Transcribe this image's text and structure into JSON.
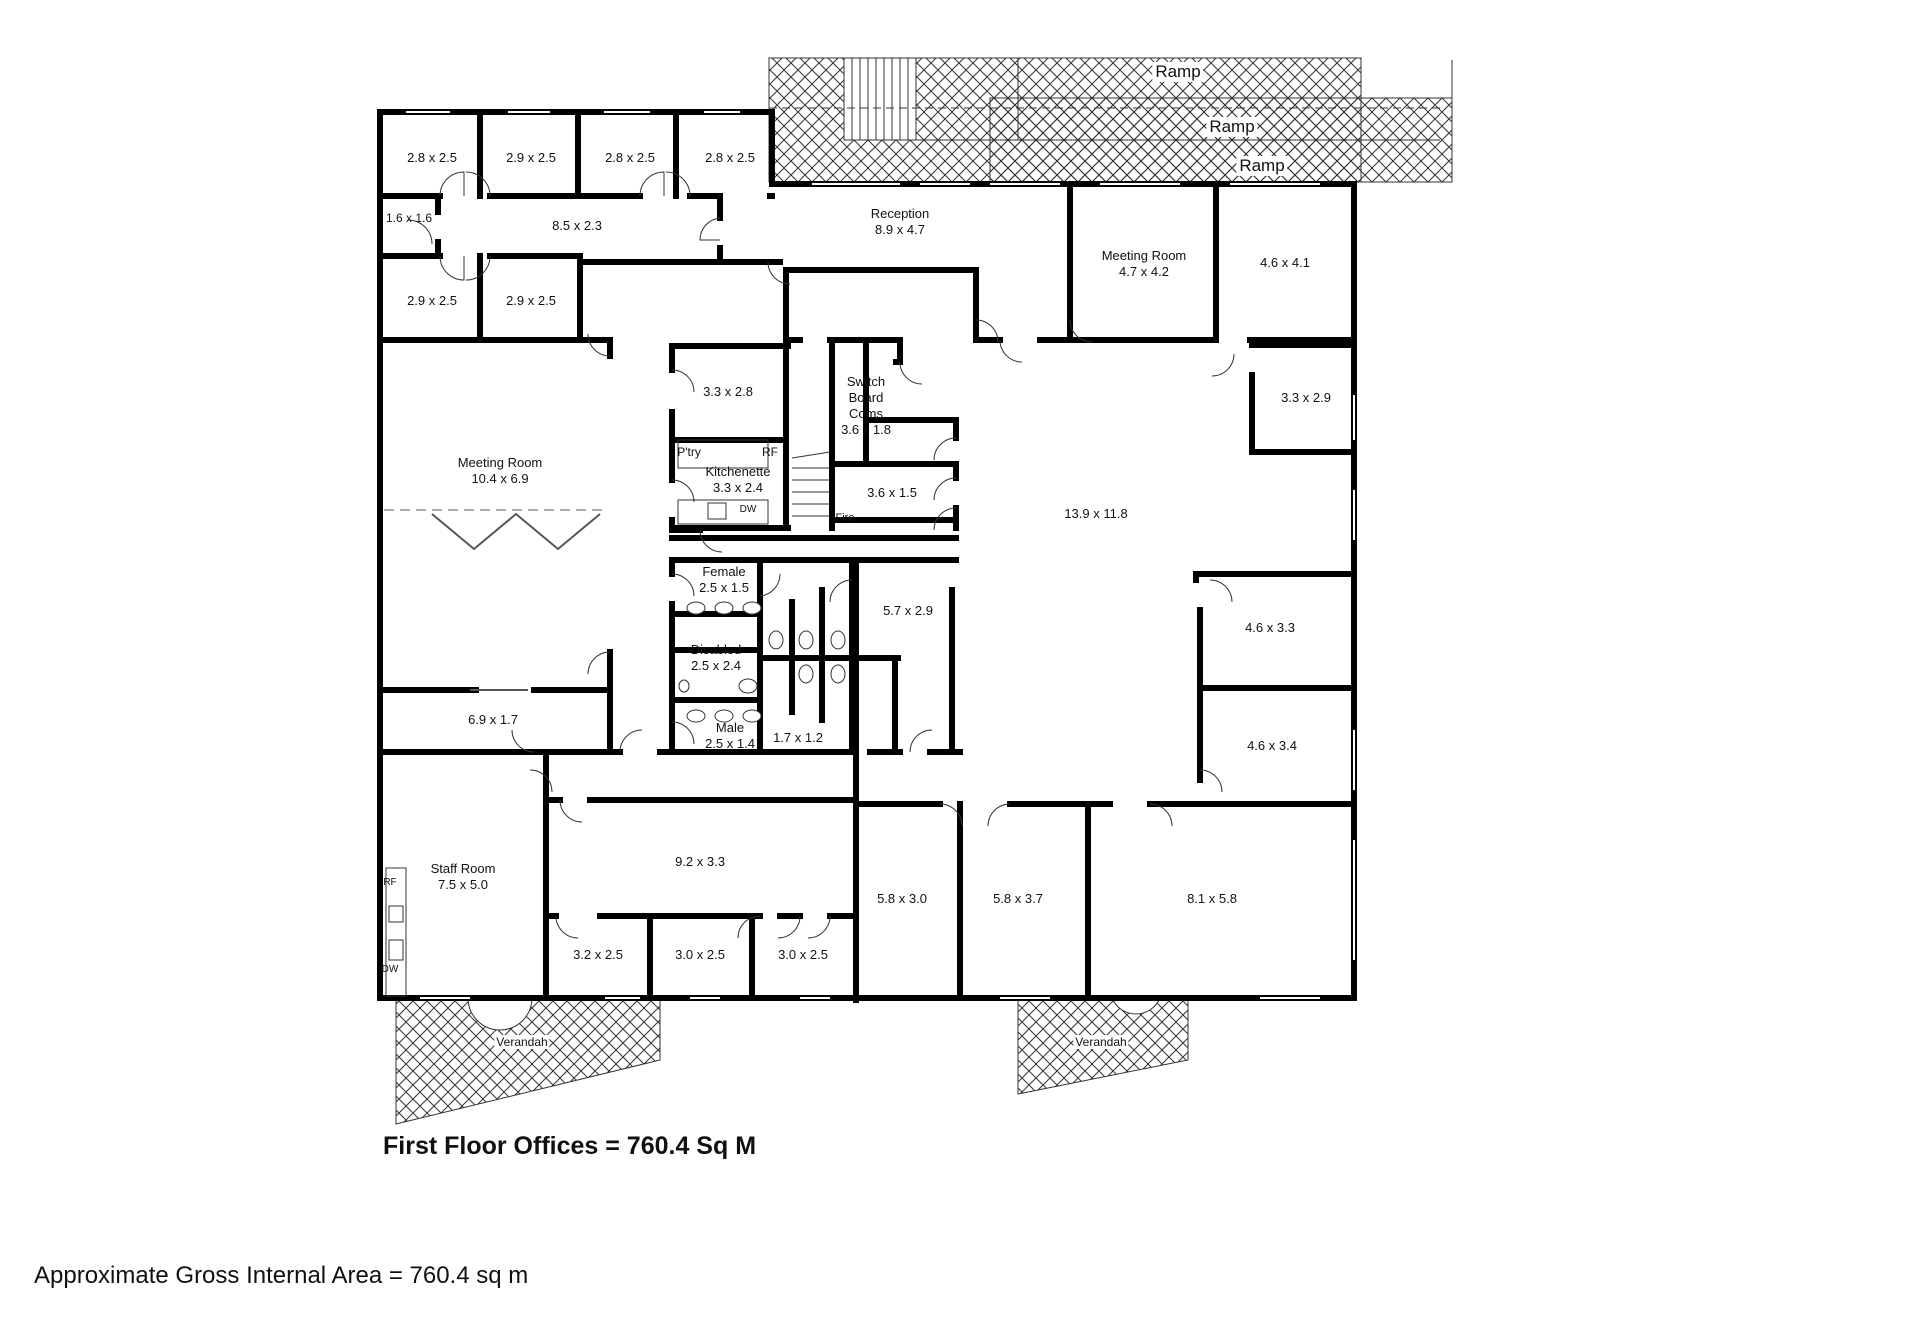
{
  "plan": {
    "floor_title": "First Floor Offices = 760.4 Sq M",
    "gross_area": "Approximate Gross Internal Area = 760.4 sq m",
    "external": {
      "ramps": [
        "Ramp",
        "Ramp",
        "Ramp"
      ],
      "verandahs": [
        "Verandah",
        "Verandah"
      ]
    },
    "rooms": [
      {
        "id": "office-tl1",
        "name": "",
        "size": "2.8 x 2.5"
      },
      {
        "id": "office-tl2",
        "name": "",
        "size": "2.9 x 2.5"
      },
      {
        "id": "office-tl3",
        "name": "",
        "size": "2.8 x 2.5"
      },
      {
        "id": "office-tl4",
        "name": "",
        "size": "2.8 x 2.5"
      },
      {
        "id": "store-small",
        "name": "",
        "size": "1.6 x 1.6"
      },
      {
        "id": "corridor-top",
        "name": "",
        "size": "8.5 x 2.3"
      },
      {
        "id": "office-tl5",
        "name": "",
        "size": "2.9 x 2.5"
      },
      {
        "id": "office-tl6",
        "name": "",
        "size": "2.9 x 2.5"
      },
      {
        "id": "reception",
        "name": "Reception",
        "size": "8.9 x 4.7"
      },
      {
        "id": "meeting-room-small",
        "name": "Meeting Room",
        "size": "4.7 x 4.2"
      },
      {
        "id": "office-tr1",
        "name": "",
        "size": "4.6 x 4.1"
      },
      {
        "id": "office-tr2",
        "name": "",
        "size": "3.3 x 2.9"
      },
      {
        "id": "meeting-room-large",
        "name": "Meeting Room",
        "size": "10.4 x 6.9"
      },
      {
        "id": "store-17",
        "name": "",
        "size": "6.9 x 1.7"
      },
      {
        "id": "office-33x28",
        "name": "",
        "size": "3.3 x 2.8"
      },
      {
        "id": "kitchenette",
        "name": "Kitchenette",
        "size": "3.3 x 2.4"
      },
      {
        "id": "switch-board",
        "name": "Switch Board Coms",
        "size": "3.6 x 1.8"
      },
      {
        "id": "store-36x15",
        "name": "",
        "size": "3.6 x 1.5"
      },
      {
        "id": "open-office",
        "name": "",
        "size": "13.9 x 11.8"
      },
      {
        "id": "female-wc",
        "name": "Female",
        "size": "2.5 x 1.5"
      },
      {
        "id": "disabled-wc",
        "name": "Disabled",
        "size": "2.5 x 2.4"
      },
      {
        "id": "male-wc",
        "name": "Male",
        "size": "2.5 x 1.4"
      },
      {
        "id": "cleaner",
        "name": "",
        "size": "1.7 x 1.2"
      },
      {
        "id": "office-57x29",
        "name": "",
        "size": "5.7 x 2.9"
      },
      {
        "id": "office-r1",
        "name": "",
        "size": "4.6 x 3.3"
      },
      {
        "id": "office-r2",
        "name": "",
        "size": "4.6 x 3.4"
      },
      {
        "id": "staff-room",
        "name": "Staff Room",
        "size": "7.5 x 5.0"
      },
      {
        "id": "office-92x33",
        "name": "",
        "size": "9.2 x 3.3"
      },
      {
        "id": "office-b1",
        "name": "",
        "size": "3.2 x 2.5"
      },
      {
        "id": "office-b2",
        "name": "",
        "size": "3.0 x 2.5"
      },
      {
        "id": "office-b3",
        "name": "",
        "size": "3.0 x 2.5"
      },
      {
        "id": "office-b4",
        "name": "",
        "size": "5.8 x 3.0"
      },
      {
        "id": "office-b5",
        "name": "",
        "size": "5.8 x 3.7"
      },
      {
        "id": "office-b6",
        "name": "",
        "size": "8.1 x 5.8"
      }
    ],
    "fixtures": {
      "pantry": "P'try",
      "fridge": "RF",
      "dishwasher": "DW",
      "fire": "Fire",
      "staff_fridge": "RF",
      "staff_dishwasher": "DW"
    }
  }
}
